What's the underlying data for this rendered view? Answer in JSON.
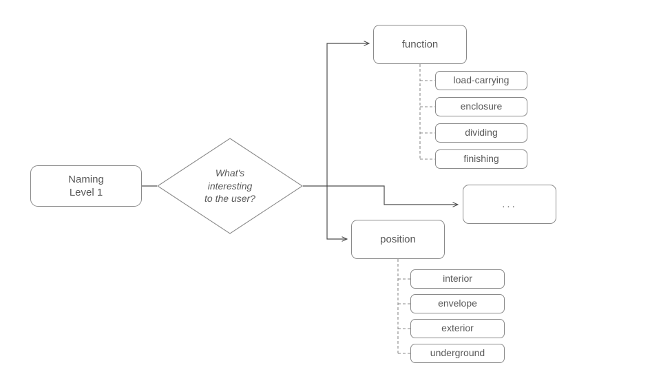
{
  "diagram": {
    "title_node": {
      "label": "Naming\nLevel 1",
      "name": "naming-level-1"
    },
    "decision": {
      "label": "What's\ninteresting\nto the user?",
      "name": "whats-interesting-to-the-user"
    },
    "branches": [
      {
        "label": "function",
        "leaves": [
          {
            "label": "load-carrying"
          },
          {
            "label": "enclosure"
          },
          {
            "label": "dividing"
          },
          {
            "label": "finishing"
          }
        ]
      },
      {
        "label": "position",
        "leaves": [
          {
            "label": "interior"
          },
          {
            "label": "envelope"
          },
          {
            "label": "exterior"
          },
          {
            "label": "underground"
          }
        ]
      }
    ],
    "more_node": {
      "label": "..."
    },
    "colors": {
      "stroke": "#8a8a8a",
      "edge": "#4d4d4d",
      "text": "#595959",
      "background": "#ffffff"
    }
  }
}
